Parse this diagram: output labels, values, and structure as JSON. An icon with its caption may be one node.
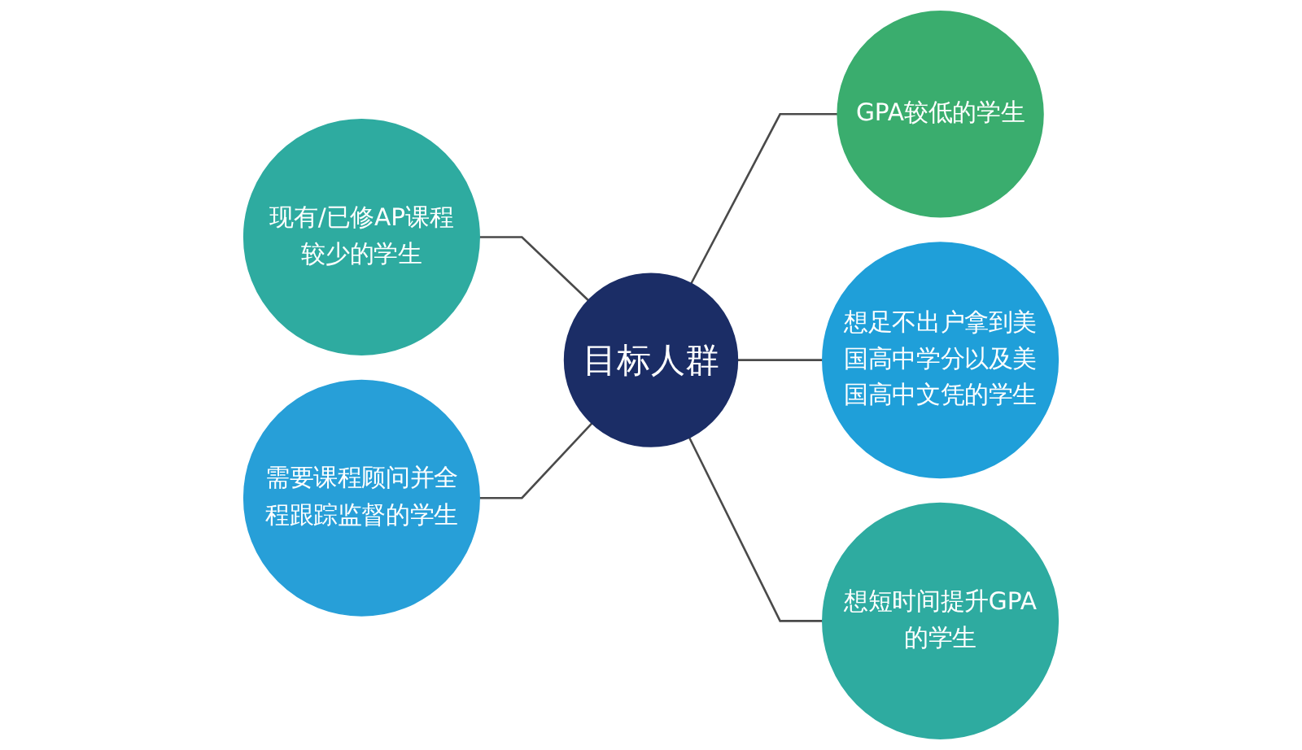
{
  "diagram": {
    "nodes": [
      {
        "text": [
          "现有/已修AP课程较少的学生"
        ]
      },
      {
        "text": [
          "GPA较低的学生"
        ]
      },
      {
        "text": [
          "目标人群"
        ]
      },
      {
        "text": [
          "想足不出户拿到美国高中学分以及美国高中文凭的学生"
        ]
      },
      {
        "text": [
          "需要课程顾问并全程跟踪监督的学生"
        ]
      },
      {
        "text": [
          "想短时间提升GPA的学生"
        ]
      }
    ],
    "edges": [
      {
        "from": 0,
        "to": 2,
        "arrow": "none"
      },
      {
        "from": 2,
        "to": 1,
        "arrow": "none"
      },
      {
        "from": 2,
        "to": 3,
        "arrow": "none"
      },
      {
        "from": 4,
        "to": 2,
        "arrow": "none"
      },
      {
        "from": 2,
        "to": 5,
        "arrow": "none"
      }
    ]
  }
}
